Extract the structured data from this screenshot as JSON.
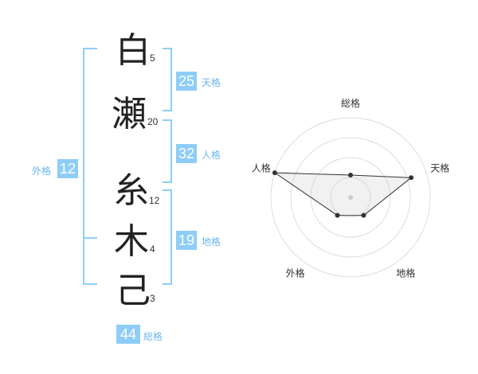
{
  "name_chars": [
    {
      "char": "白",
      "strokes": "5"
    },
    {
      "char": "瀬",
      "strokes": "20"
    },
    {
      "char": "糸",
      "strokes": "12"
    },
    {
      "char": "木",
      "strokes": "4"
    },
    {
      "char": "己",
      "strokes": "3"
    }
  ],
  "fortunes": {
    "tenkaku": {
      "value": "25",
      "label": "天格"
    },
    "jinkaku": {
      "value": "32",
      "label": "人格"
    },
    "chikaku": {
      "value": "19",
      "label": "地格"
    },
    "gaikaku": {
      "value": "12",
      "label": "外格"
    },
    "soukaku": {
      "value": "44",
      "label": "総格"
    }
  },
  "colors": {
    "accent": "#8ecdf8",
    "label": "#6cb5ee"
  },
  "chart_data": {
    "type": "radar",
    "axes": [
      "総格",
      "天格",
      "地格",
      "外格",
      "人格"
    ],
    "values": [
      1.4,
      4.0,
      1.4,
      1.4,
      5.0
    ],
    "rmax": 5,
    "rings": 4,
    "grid": true
  }
}
